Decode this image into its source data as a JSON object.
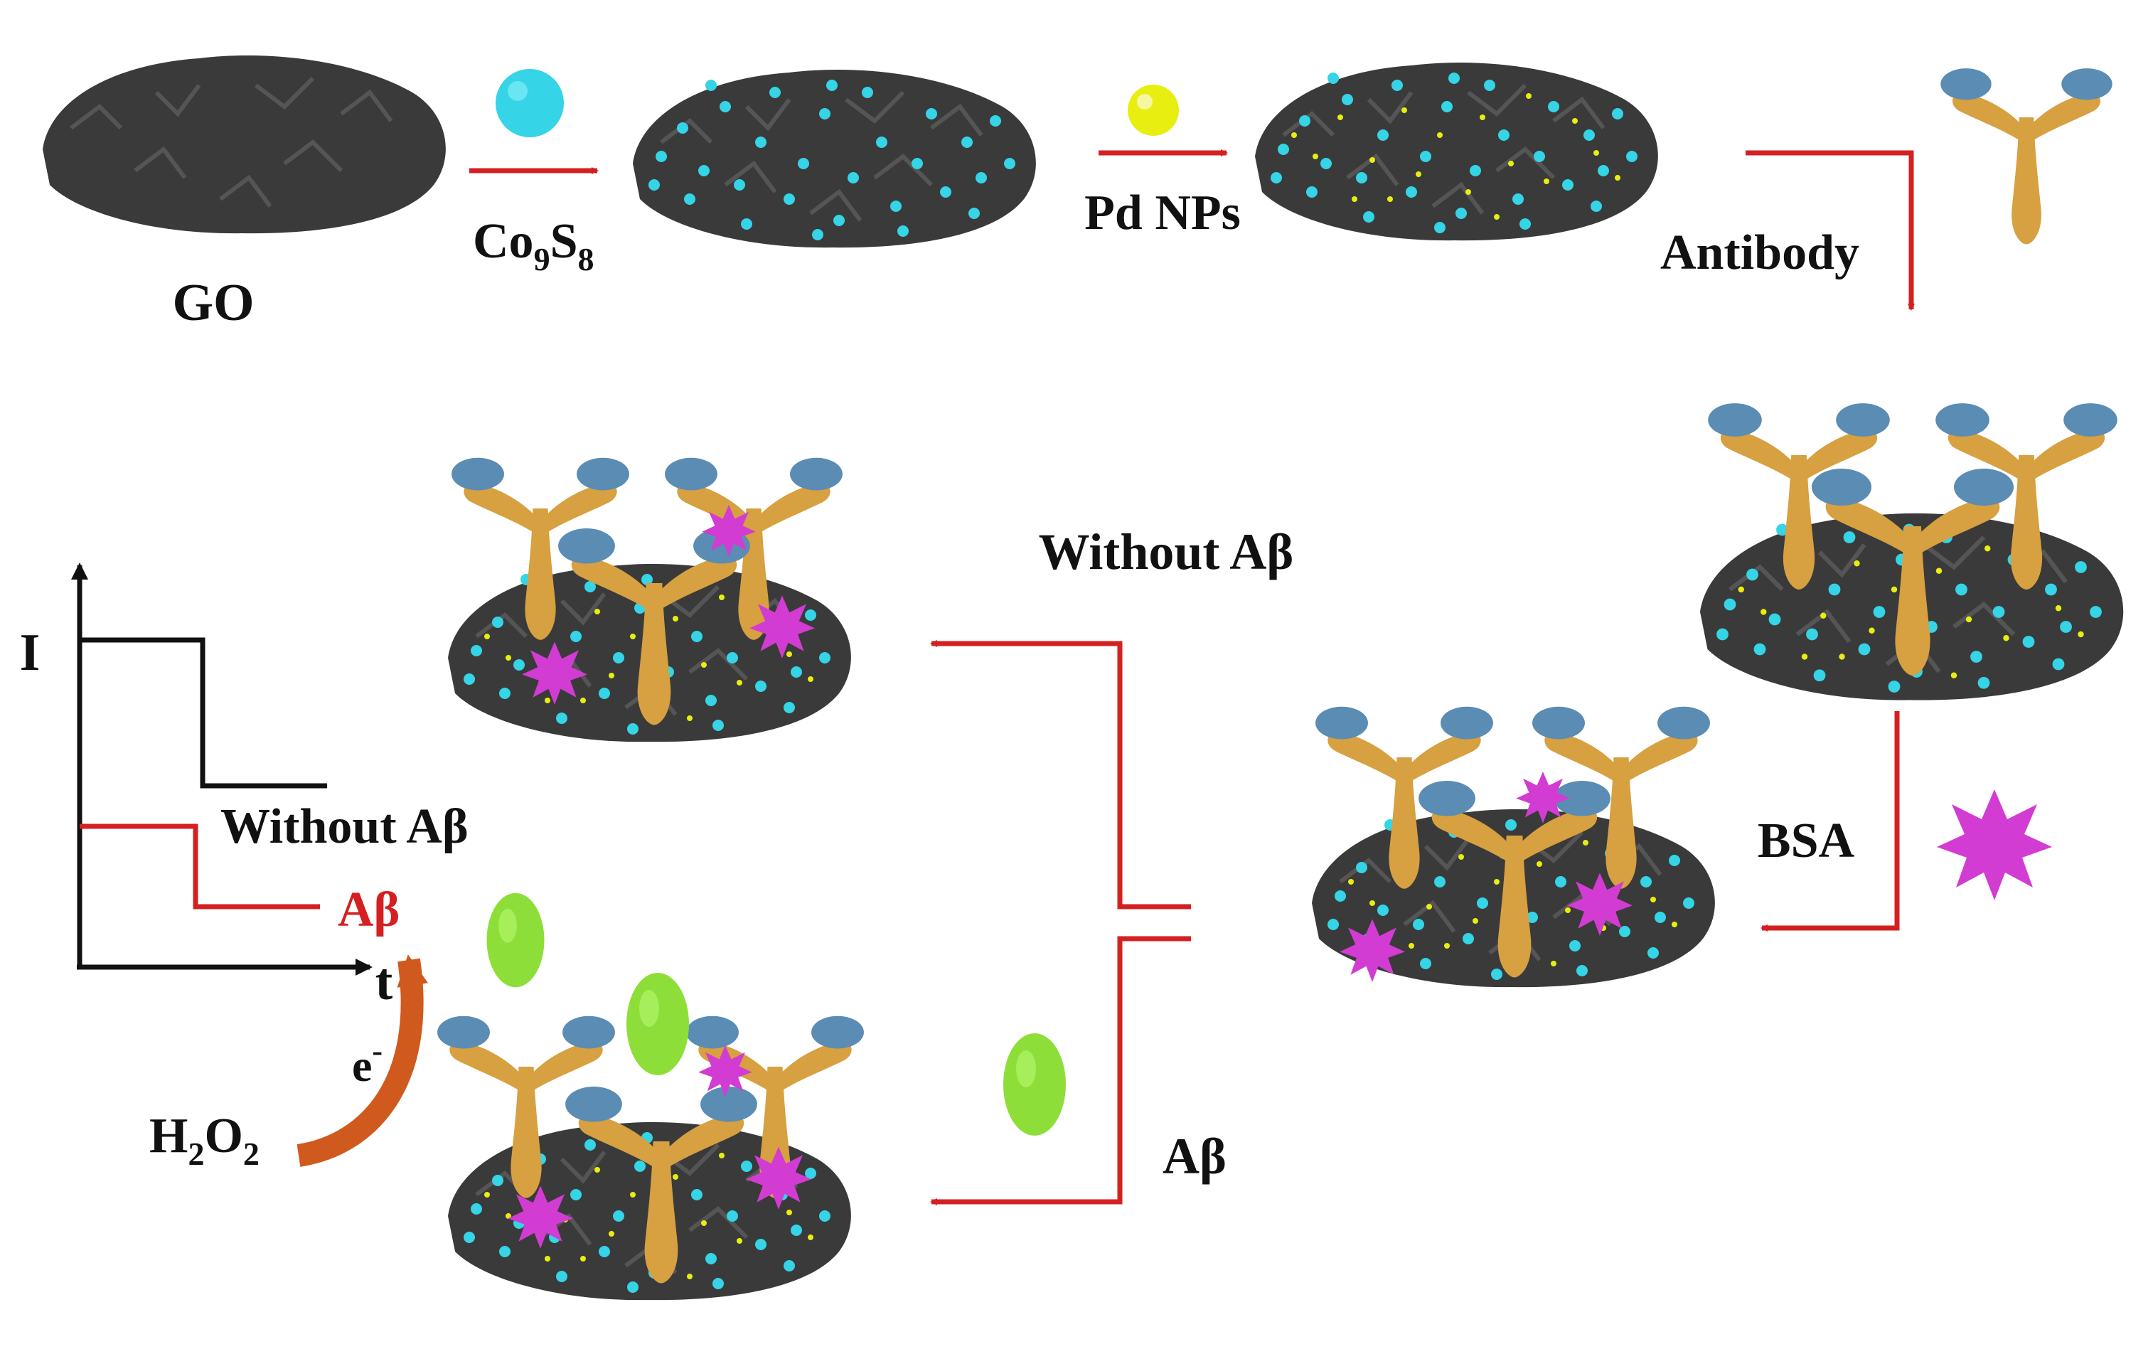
{
  "labels": {
    "go": "GO",
    "co9s8_base": "Co",
    "co9s8_sub1": "9",
    "co9s8_s": "S",
    "co9s8_sub2": "8",
    "pd_nps": "Pd NPs",
    "antibody": "Antibody",
    "bsa": "BSA",
    "without_abeta_top": "Without Aβ",
    "abeta_bottom": "Aβ",
    "graph_y": "I",
    "graph_x": "t",
    "graph_without": "Without Aβ",
    "graph_abeta": "Aβ",
    "electron_base": "e",
    "electron_sup": "-",
    "h2o2_h": "H",
    "h2o2_sub1": "2",
    "h2o2_o": "O",
    "h2o2_sub2": "2"
  },
  "colors": {
    "arrow": "#d42020",
    "graph_without_line": "#111111",
    "graph_abeta_line": "#d42020",
    "sheet": "#3a3a3a",
    "co9s8_particle": "#35d4e6",
    "pd_particle": "#e8ee10",
    "antibody_body": "#d7a040",
    "antibody_cap": "#5a8cb4",
    "bsa": "#d23cd2",
    "abeta": "#8ede3a",
    "electron_arrow": "#d05a1e"
  }
}
